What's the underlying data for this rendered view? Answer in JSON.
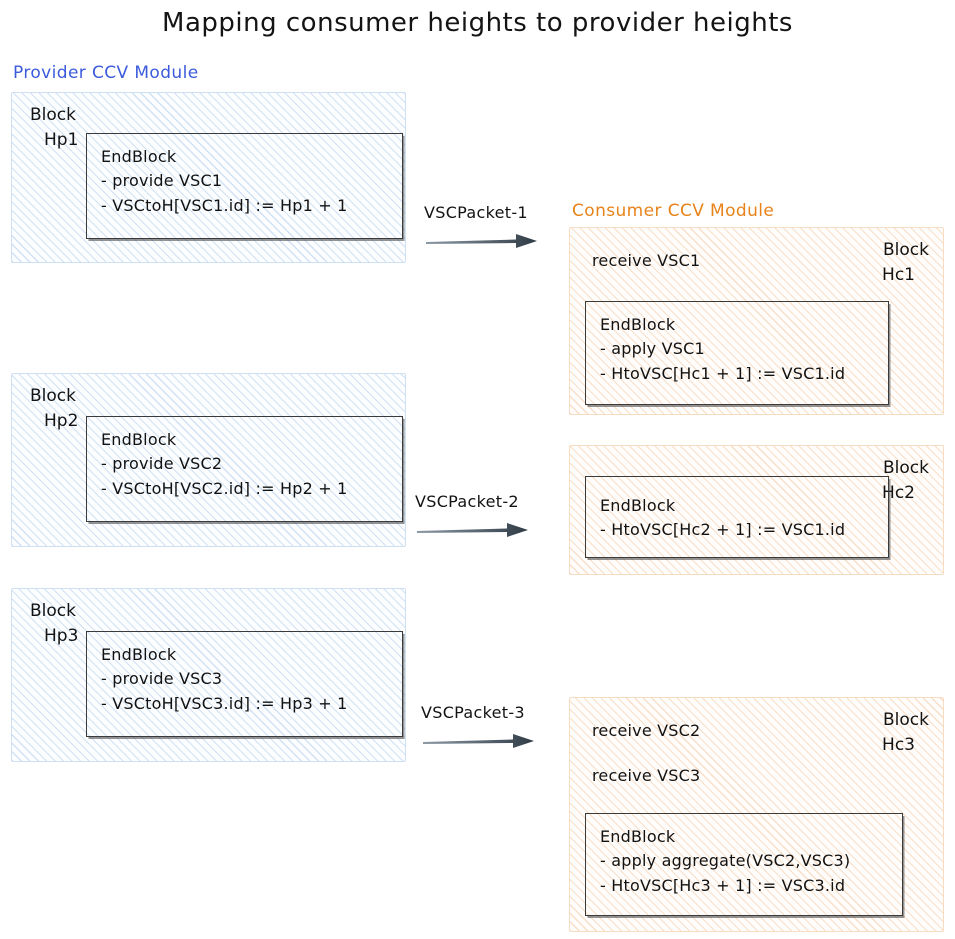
{
  "title": "Mapping consumer heights to provider heights",
  "colors": {
    "provider_accent": "#3b5bdb",
    "consumer_accent": "#e8831a",
    "text": "#131313",
    "endblock_border": "#3a3a3a"
  },
  "provider_module": {
    "label": "Provider CCV Module",
    "blocks": [
      {
        "caption_line1": "Block",
        "caption_line2": "Hp1",
        "endblock": {
          "header": "EndBlock",
          "lines": [
            "- provide VSC1",
            "- VSCtoH[VSC1.id] := Hp1 + 1"
          ]
        }
      },
      {
        "caption_line1": "Block",
        "caption_line2": "Hp2",
        "endblock": {
          "header": "EndBlock",
          "lines": [
            "- provide VSC2",
            "- VSCtoH[VSC2.id] := Hp2 + 1"
          ]
        }
      },
      {
        "caption_line1": "Block",
        "caption_line2": "Hp3",
        "endblock": {
          "header": "EndBlock",
          "lines": [
            "- provide VSC3",
            "- VSCtoH[VSC3.id] := Hp3 + 1"
          ]
        }
      }
    ]
  },
  "consumer_module": {
    "label": "Consumer CCV Module",
    "blocks": [
      {
        "caption_line1": "Block",
        "caption_line2": "Hc1",
        "receives": [
          "receive VSC1"
        ],
        "endblock": {
          "header": "EndBlock",
          "lines": [
            "- apply VSC1",
            "- HtoVSC[Hc1 + 1] := VSC1.id"
          ]
        }
      },
      {
        "caption_line1": "Block",
        "caption_line2": "Hc2",
        "receives": [],
        "endblock": {
          "header": "EndBlock",
          "lines": [
            "- HtoVSC[Hc2 + 1] := VSC1.id"
          ]
        }
      },
      {
        "caption_line1": "Block",
        "caption_line2": "Hc3",
        "receives": [
          "receive VSC2",
          "receive VSC3"
        ],
        "endblock": {
          "header": "EndBlock",
          "lines": [
            "- apply aggregate(VSC2,VSC3)",
            "- HtoVSC[Hc3 + 1] := VSC3.id"
          ]
        }
      }
    ]
  },
  "packets": [
    {
      "label": "VSCPacket-1",
      "icon": "arrow-right-icon"
    },
    {
      "label": "VSCPacket-2",
      "icon": "arrow-right-icon"
    },
    {
      "label": "VSCPacket-3",
      "icon": "arrow-right-icon"
    }
  ]
}
